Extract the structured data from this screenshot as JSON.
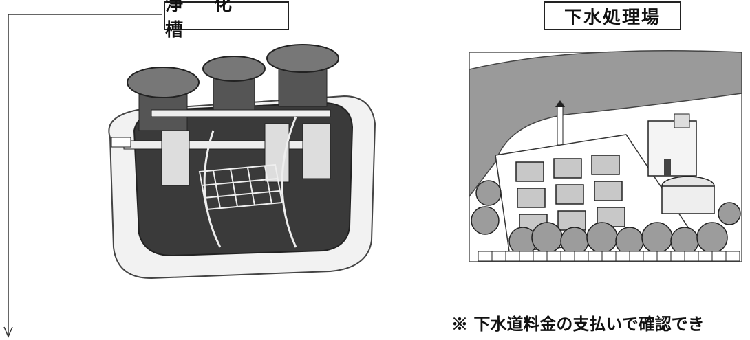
{
  "left_panel": {
    "label": "浄 化 槽",
    "illustration_icon": "septic-tank-cutaway-icon"
  },
  "right_panel": {
    "label": "下水処理場",
    "illustration_icon": "sewage-treatment-plant-icon"
  },
  "footnote": "※ 下水道料金の支払いで確認でき"
}
